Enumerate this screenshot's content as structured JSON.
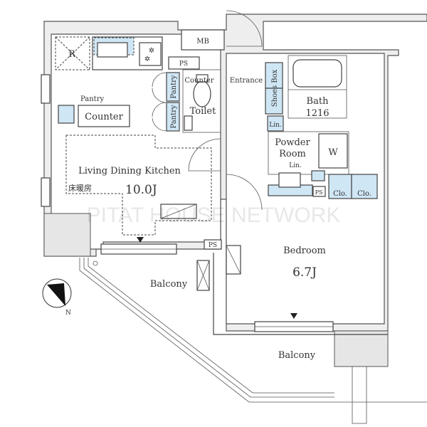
{
  "watermark": "PITAT HOUSE NETWORK",
  "compass": {
    "north_label": "N"
  },
  "rooms": {
    "ldk": {
      "name": "Living Dining Kitchen",
      "size": "10.0J",
      "floor_heating": "床暖房"
    },
    "bedroom": {
      "name": "Bedroom",
      "size": "6.7J"
    },
    "bath": {
      "name": "Bath",
      "size": "1216"
    },
    "toilet": {
      "name": "Toilet"
    },
    "powder_room": {
      "line1": "Powder",
      "line2": "Room"
    },
    "entrance": {
      "name": "Entrance"
    },
    "balcony_west": {
      "name": "Balcony"
    },
    "balcony_south": {
      "name": "Balcony"
    }
  },
  "fixtures": {
    "refrigerator": "R",
    "meter_box": "MB",
    "ps_top": "PS",
    "ps_ldk": "PS",
    "ps_powder": "PS",
    "pantry_ldk": "Pantry",
    "counter_ldk": "Counter",
    "counter_toilet": "Counter",
    "pantry_1": "Pantry",
    "pantry_2": "Pantry",
    "shoes_box": "Shoes Box",
    "linen_1": "Lin.",
    "linen_2": "Lin.",
    "washer": "W",
    "closet_1": "Clo.",
    "closet_2": "Clo."
  }
}
